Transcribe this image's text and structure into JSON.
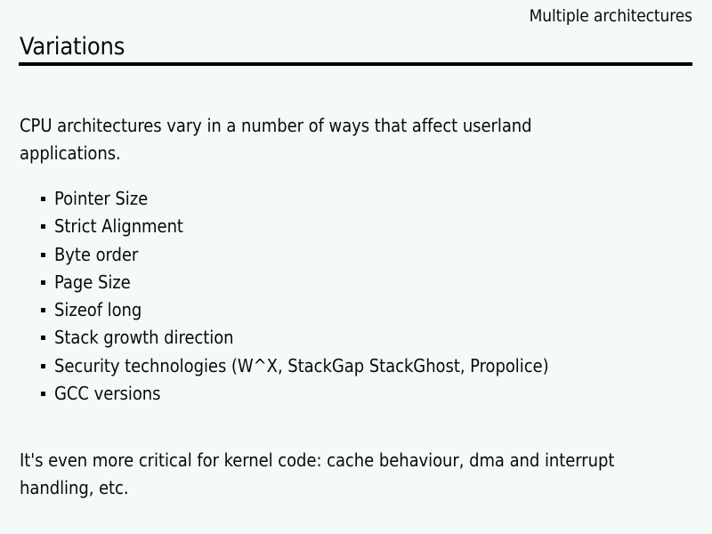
{
  "slide": {
    "kicker": "Multiple architectures",
    "title": "Variations",
    "intro_paragraph": "CPU architectures vary in a number of ways that affect userland applications.",
    "bullets": [
      {
        "label": "Pointer Size"
      },
      {
        "label": "Strict Alignment"
      },
      {
        "label": "Byte order"
      },
      {
        "label": "Page Size"
      },
      {
        "label": "Sizeof long"
      },
      {
        "label": "Stack growth direction"
      },
      {
        "label": "Security technologies (W^X, StackGap StackGhost, Propolice)"
      },
      {
        "label": "GCC versions"
      }
    ],
    "closing_paragraph": "It's even more critical for kernel code: cache behaviour, dma and interrupt handling, etc.",
    "colors": {
      "background": "#f5faf7",
      "text": "#0a0a0a",
      "rule": "#000000"
    }
  }
}
